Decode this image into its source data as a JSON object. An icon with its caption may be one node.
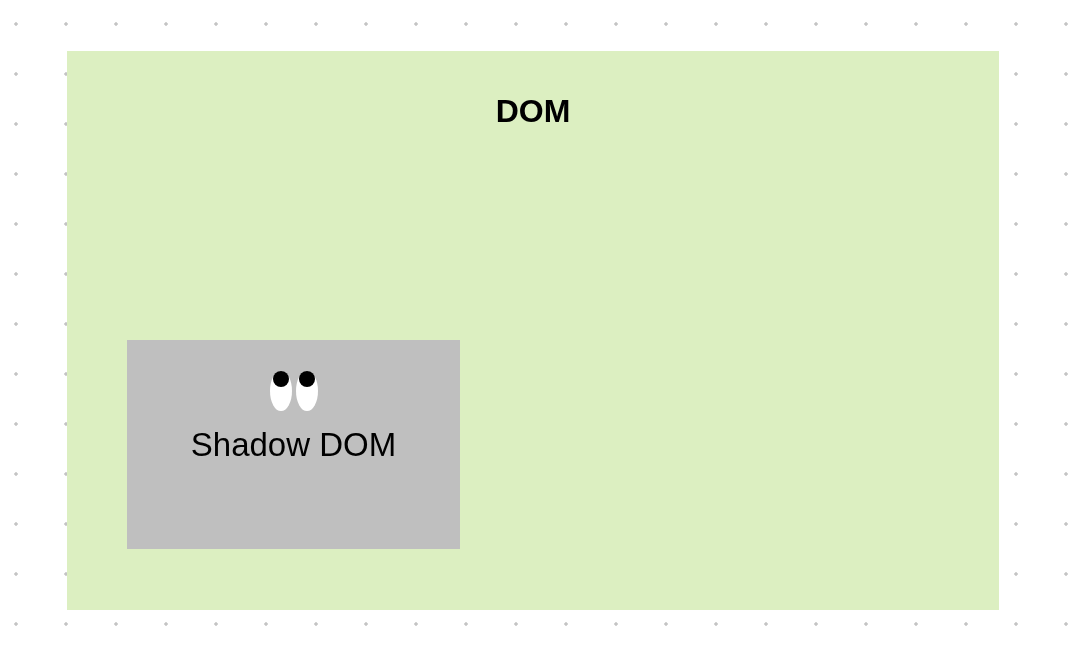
{
  "diagram": {
    "nodes": [
      {
        "text": [
          "DOM"
        ]
      },
      {
        "text": [
          "Shadow DOM"
        ],
        "in": 0
      }
    ]
  }
}
